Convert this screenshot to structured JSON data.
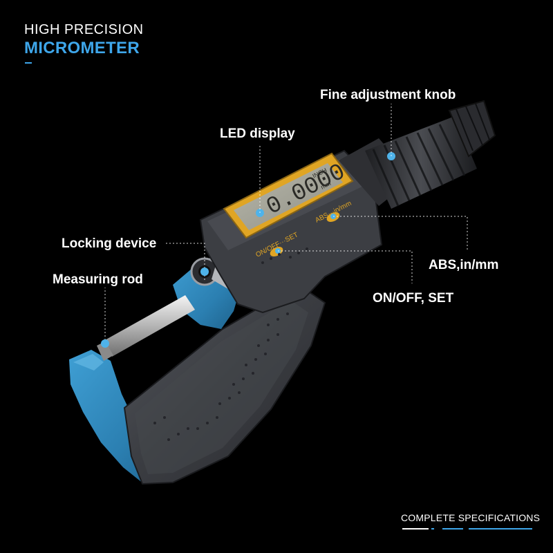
{
  "header": {
    "line1": "HIGH PRECISION",
    "line2": "MICROMETER"
  },
  "callouts": {
    "fine_adjustment_knob": "Fine adjustment knob",
    "led_display": "LED display",
    "locking_device": "Locking device",
    "measuring_rod": "Measuring rod",
    "abs_in_mm": "ABS,in/mm",
    "on_off_set": "ON/OFF, SET"
  },
  "device": {
    "lcd_reading": "0.0000",
    "lcd_unit_inch": "INCH",
    "lcd_unit_mm": "mm",
    "button_left_label": "ON/OFF···SET",
    "button_right_label": "ABS···in/mm"
  },
  "footer": {
    "text": "COMPLETE SPECIFICATIONS"
  },
  "colors": {
    "accent_blue": "#3ea6ea",
    "frame_blue": "#2f86b8",
    "body_gray": "#3b3d41",
    "lcd_bezel": "#e0a524",
    "lcd_screen": "#a7a79a"
  }
}
